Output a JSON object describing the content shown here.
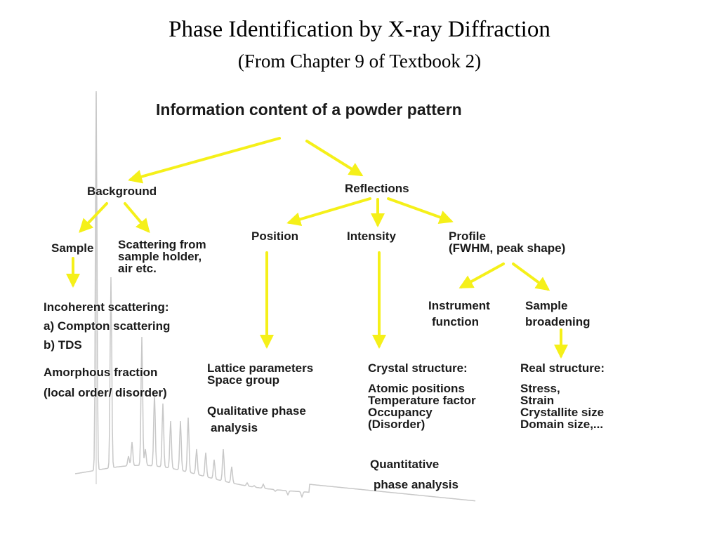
{
  "slide": {
    "title": "Phase Identification by X-ray Diffraction",
    "subtitle": "(From Chapter 9 of Textbook 2)"
  },
  "diagram": {
    "heading": "Information content of a powder pattern",
    "arrow_color": "#f5f019",
    "pattern_color": "#c8c8c8",
    "nodes": {
      "background": "Background",
      "reflections": "Reflections",
      "sample": "Sample",
      "scattering_from": [
        "Scattering from",
        "sample holder,",
        "air etc."
      ],
      "position": "Position",
      "intensity": "Intensity",
      "profile": [
        "Profile",
        "(FWHM, peak shape)"
      ],
      "incoherent": [
        "Incoherent scattering:",
        "a) Compton scattering",
        "b) TDS"
      ],
      "amorphous": [
        "Amorphous fraction",
        "(local order/ disorder)"
      ],
      "instrument": [
        "Instrument",
        "function"
      ],
      "sample_broadening": [
        "Sample",
        "broadening"
      ],
      "lattice": [
        "Lattice parameters",
        "Space group"
      ],
      "qualitative": [
        "Qualitative phase",
        "analysis"
      ],
      "crystal": "Crystal structure:",
      "atomic": [
        "Atomic positions",
        "Temperature factor",
        "Occupancy",
        "(Disorder)"
      ],
      "quantitative": [
        "Quantitative",
        "phase analysis"
      ],
      "real": "Real structure:",
      "stress": [
        "Stress,",
        "Strain",
        "Crystallite size",
        "Domain size,..."
      ]
    }
  }
}
